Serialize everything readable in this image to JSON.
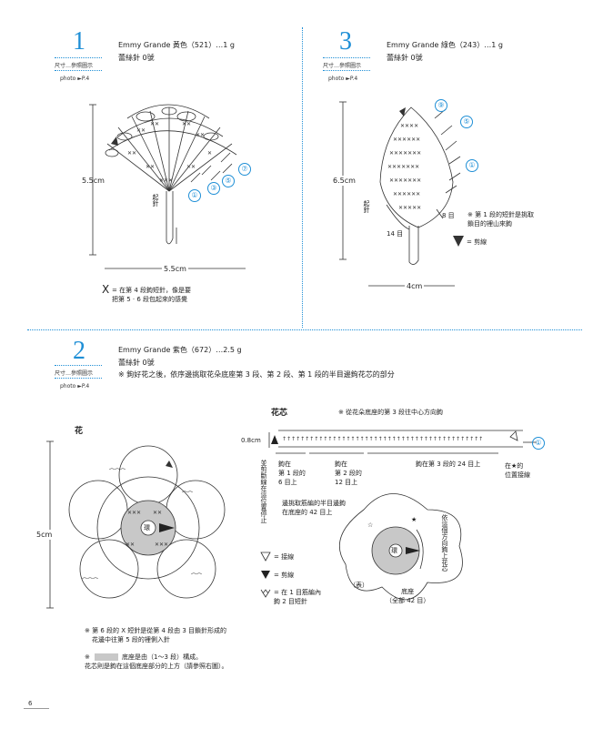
{
  "sections": [
    {
      "id": "1",
      "number": "1",
      "size_ref": "尺寸…參照圖示",
      "photo_ref": "photo ►P.4",
      "yarn": "Emmy Grande 黃色（521）…1 g",
      "hook": "蕾絲針 0號",
      "height_label": "5.5cm",
      "width_label": "5.5cm",
      "start_label": "起針",
      "row_markers": [
        "①",
        "③",
        "⑤",
        "⑦"
      ],
      "note_symbol": "X",
      "note": "= 在第 4 段鉤短針，像是要\n把第 5 · 6 段包起來的感覺"
    },
    {
      "id": "3",
      "number": "3",
      "size_ref": "尺寸…參照圖示",
      "photo_ref": "photo ►P.4",
      "yarn": "Emmy Grande 綠色（243）…1 g",
      "hook": "蕾絲針 0號",
      "height_label": "6.5cm",
      "width_label": "4cm",
      "start_label": "起針",
      "count_8": "8 目",
      "count_14": "14 目",
      "row_markers": [
        "⑨",
        "⑤",
        "①"
      ],
      "note": "※ 第 1 段的短針是挑取\n鎖目的裡山來鉤",
      "cut_label": "= 剪線"
    },
    {
      "id": "2",
      "number": "2",
      "size_ref": "尺寸…參照圖示",
      "photo_ref": "photo ►P.4",
      "yarn": "Emmy Grande 紫色（672）…2.5 g",
      "hook": "蕾絲針 0號",
      "instruction": "※ 鉤好花之後，依序邊挑取花朵底座第 3 段、第 2 段、第 1 段的半目邊鉤花芯的部分"
    }
  ],
  "flower": {
    "title": "花",
    "height_label": "5cm",
    "center_label": "環",
    "notes": [
      "※ 第 6 段的 X 短針是從第 4 段由 3 目鎖針形成的",
      "花邊中往第 5 段的裡側入針"
    ],
    "base_note_prefix": "※",
    "base_note": "底座是由（1～3 段）構成。",
    "base_note2": "花芯則是鉤在這個底座部分的上方（請參照右圖）。"
  },
  "flower_core": {
    "title": "花芯",
    "note": "※ 從花朵底座的第 3 段往中心方向鉤",
    "height_label": "0.8cm",
    "row_marker": "①",
    "labels": {
      "stop_left": "並剪斷線在這位置停止",
      "seg1": "鉤在\n第 1 段的\n6 目上",
      "seg2": "鉤在\n第 2 段的\n12 目上",
      "seg3": "鉤在第 3 段的 24 目上",
      "star_right": "在★的\n位置接線",
      "half_stitch": "邊挑取筋編的半目邊鉤\n在底座的 42 目上",
      "direction": "依這個方向鉤上花芯"
    },
    "legend": [
      {
        "symbol": "join",
        "text": "= 接線"
      },
      {
        "symbol": "cut",
        "text": "= 剪線"
      },
      {
        "symbol": "double",
        "text": "= 在 1 目筋編內\n鉤 2 目短針"
      }
    ],
    "base_label": "（表）",
    "base_caption": "底座\n（全部 42 目）",
    "center_label": "環"
  },
  "page_number": "6",
  "colors": {
    "accent": "#1f8fd6",
    "gray": "#c8c8c8",
    "dark": "#222222"
  }
}
